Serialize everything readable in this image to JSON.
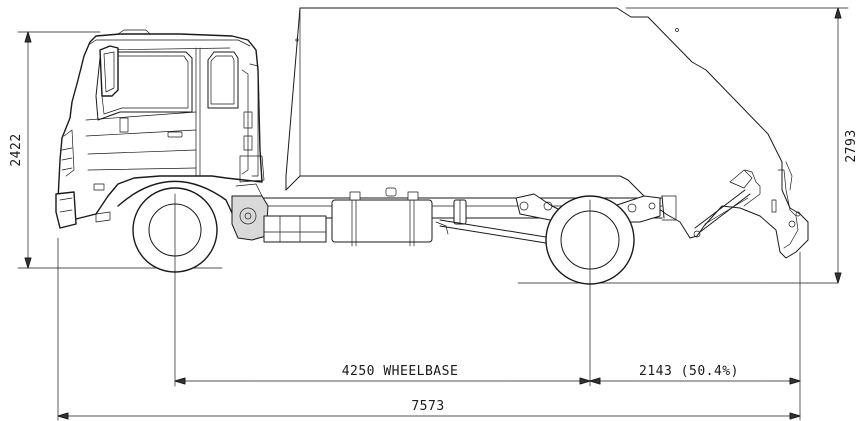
{
  "dimensions": {
    "cab_height": "2422",
    "body_height": "2793",
    "wheelbase": "4250 WHEELBASE",
    "rear_overhang": "2143 (50.4%)",
    "overall_length": "7573"
  },
  "colors": {
    "line": "#1a1a1a",
    "background": "#ffffff"
  }
}
